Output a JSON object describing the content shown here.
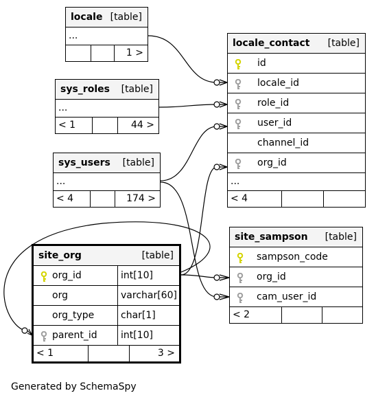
{
  "caption": "Generated by SchemaSpy",
  "colors": {
    "primary_key": "#d4d400",
    "foreign_key": "#a0a0a0",
    "header_bg": "#f4f4f4"
  },
  "tables": {
    "locale": {
      "name": "locale",
      "kind": "[table]",
      "ellipsis": "...",
      "footer": [
        "",
        "",
        "1 >"
      ]
    },
    "sys_roles": {
      "name": "sys_roles",
      "kind": "[table]",
      "ellipsis": "...",
      "footer": [
        "< 1",
        "",
        "44 >"
      ]
    },
    "sys_users": {
      "name": "sys_users",
      "kind": "[table]",
      "ellipsis": "...",
      "footer": [
        "< 4",
        "",
        "174 >"
      ]
    },
    "locale_contact": {
      "name": "locale_contact",
      "kind": "[table]",
      "ellipsis": "...",
      "columns": [
        {
          "name": "id",
          "key": "primary-key"
        },
        {
          "name": "locale_id",
          "key": "foreign-key"
        },
        {
          "name": "role_id",
          "key": "foreign-key"
        },
        {
          "name": "user_id",
          "key": "foreign-key"
        },
        {
          "name": "channel_id",
          "key": "none"
        },
        {
          "name": "org_id",
          "key": "foreign-key"
        }
      ],
      "footer": [
        "< 4",
        "",
        ""
      ]
    },
    "site_sampson": {
      "name": "site_sampson",
      "kind": "[table]",
      "columns": [
        {
          "name": "sampson_code",
          "key": "primary-key"
        },
        {
          "name": "org_id",
          "key": "foreign-key"
        },
        {
          "name": "cam_user_id",
          "key": "foreign-key"
        }
      ],
      "footer": [
        "< 2",
        "",
        ""
      ]
    },
    "site_org": {
      "name": "site_org",
      "kind": "[table]",
      "columns": [
        {
          "name": "org_id",
          "type": "int[10]",
          "key": "primary-key"
        },
        {
          "name": "org",
          "type": "varchar[60]",
          "key": "none"
        },
        {
          "name": "org_type",
          "type": "char[1]",
          "key": "none"
        },
        {
          "name": "parent_id",
          "type": "int[10]",
          "key": "foreign-key"
        }
      ],
      "footer": [
        "< 1",
        "",
        "3 >"
      ]
    }
  }
}
